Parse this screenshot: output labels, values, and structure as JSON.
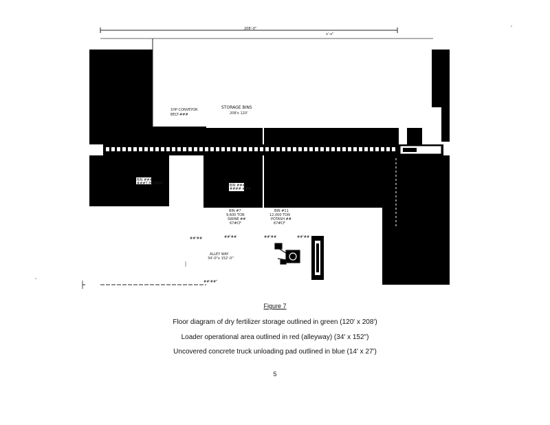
{
  "diagram": {
    "top_dimension": "208'-0\"",
    "top_dimension_2": "x'-x\"",
    "storage_bins_title": "STORAGE BINS",
    "storage_bins_size": "208'x 120'",
    "conveyor_label": "1HP CONVEYOR",
    "conveyor_sub": "BELT-###",
    "left_bin_label": "BIN ###",
    "left_bin_sub": "###T POTASH",
    "center_bin_label": "BIN ###",
    "center_bin_sub": "#### ###",
    "bin_a_name": "BIN #7",
    "bin_a_tons": "9,600 TON",
    "bin_a_product": "SWINE ##",
    "bin_a_cf": "67#CF",
    "bin_b_name": "BIN #11",
    "bin_b_tons": "12,000 TON",
    "bin_b_product": "POTASH ##",
    "bin_b_cf": "67#CF",
    "alley_title": "ALLEY WAY",
    "alley_size": "34'-0\"x 152'-0\"",
    "dim_a": "##'##",
    "dim_b": "##'##",
    "dim_c": "##'##",
    "dim_d": "##'##",
    "bottom_dimension": "##'##\""
  },
  "caption": {
    "figure_title": "Figure 7",
    "line1": "Floor diagram of dry fertilizer storage outlined in green (120' x 208')",
    "line2": "Loader operational area outlined in red (alleyway) (34' x 152\")",
    "line3": "Uncovered concrete truck unloading pad outlined in blue (14' x 27')"
  },
  "page_number": "5"
}
